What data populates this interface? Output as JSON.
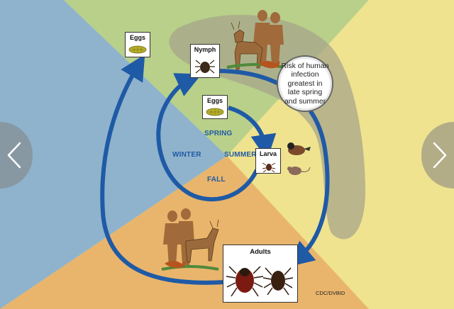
{
  "diagram": {
    "seasons": {
      "spring": "SPRING",
      "summer": "SUMMER",
      "fall": "FALL",
      "winter": "WINTER"
    },
    "stages": {
      "eggs_top": "Eggs",
      "eggs_center": "Eggs",
      "nymph": "Nymph",
      "larva": "Larva",
      "adults": "Adults"
    },
    "risk_note": "Risk of human infection greatest in late spring and summer",
    "credit": "CDC/DVBID",
    "colors": {
      "winter": "#8fb3cc",
      "spring": "#b8d08a",
      "summer": "#efe38f",
      "fall": "#e9b56c",
      "arrow": "#1f5aa6",
      "risk_zone": "#a8a58a"
    }
  },
  "navigation": {
    "prev_icon": "chevron-left-icon",
    "next_icon": "chevron-right-icon"
  }
}
